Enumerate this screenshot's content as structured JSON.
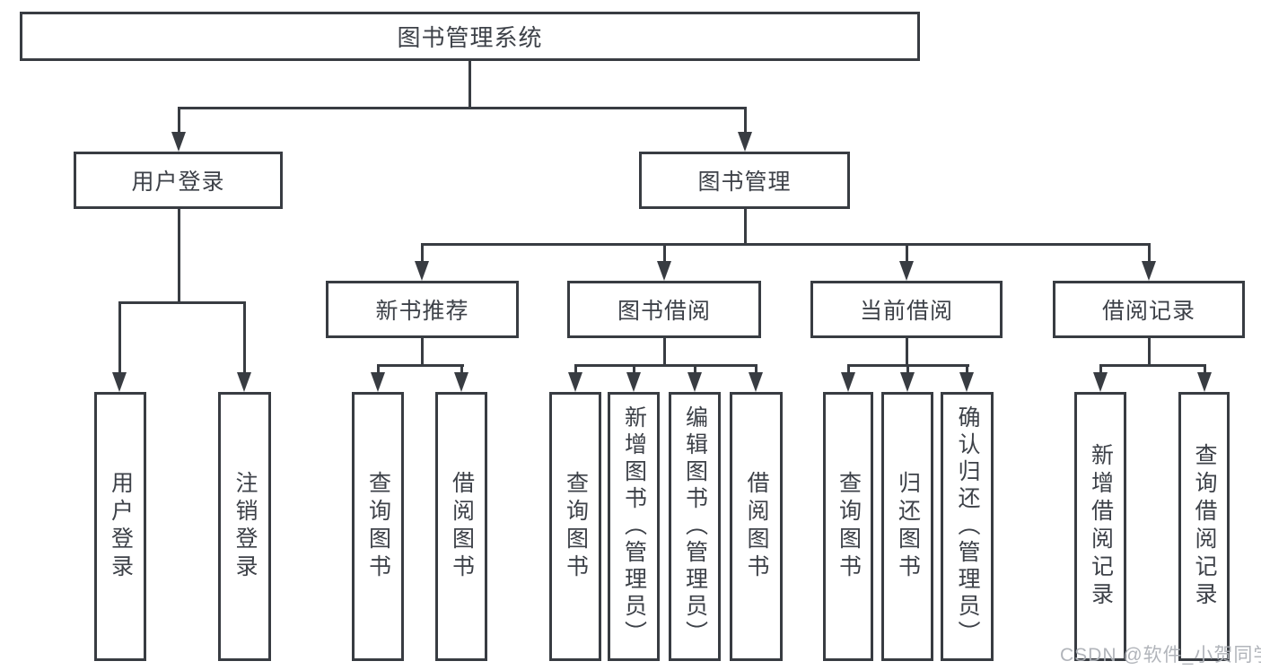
{
  "diagram_title": "图书管理系统",
  "diagram_type": "hierarchy-tree",
  "tree": {
    "label": "图书管理系统",
    "children": [
      {
        "label": "用户登录",
        "children": [
          {
            "label": "用户登录"
          },
          {
            "label": "注销登录"
          }
        ]
      },
      {
        "label": "图书管理",
        "children": [
          {
            "label": "新书推荐",
            "children": [
              {
                "label": "查询图书"
              },
              {
                "label": "借阅图书"
              }
            ]
          },
          {
            "label": "图书借阅",
            "children": [
              {
                "label": "查询图书"
              },
              {
                "label": "新增图书（管理员）"
              },
              {
                "label": "编辑图书（管理员）"
              },
              {
                "label": "借阅图书"
              }
            ]
          },
          {
            "label": "当前借阅",
            "children": [
              {
                "label": "查询图书"
              },
              {
                "label": "归还图书"
              },
              {
                "label": "确认归还（管理员）"
              }
            ]
          },
          {
            "label": "借阅记录",
            "children": [
              {
                "label": "新增借阅记录"
              },
              {
                "label": "查询借阅记录"
              }
            ]
          }
        ]
      }
    ]
  },
  "watermark": {
    "text": "CSDN @软件_小贺同学"
  },
  "colors": {
    "line": "#383c42",
    "text": "#3d4148",
    "background": "#ffffff",
    "watermark": "#adb1b7"
  }
}
